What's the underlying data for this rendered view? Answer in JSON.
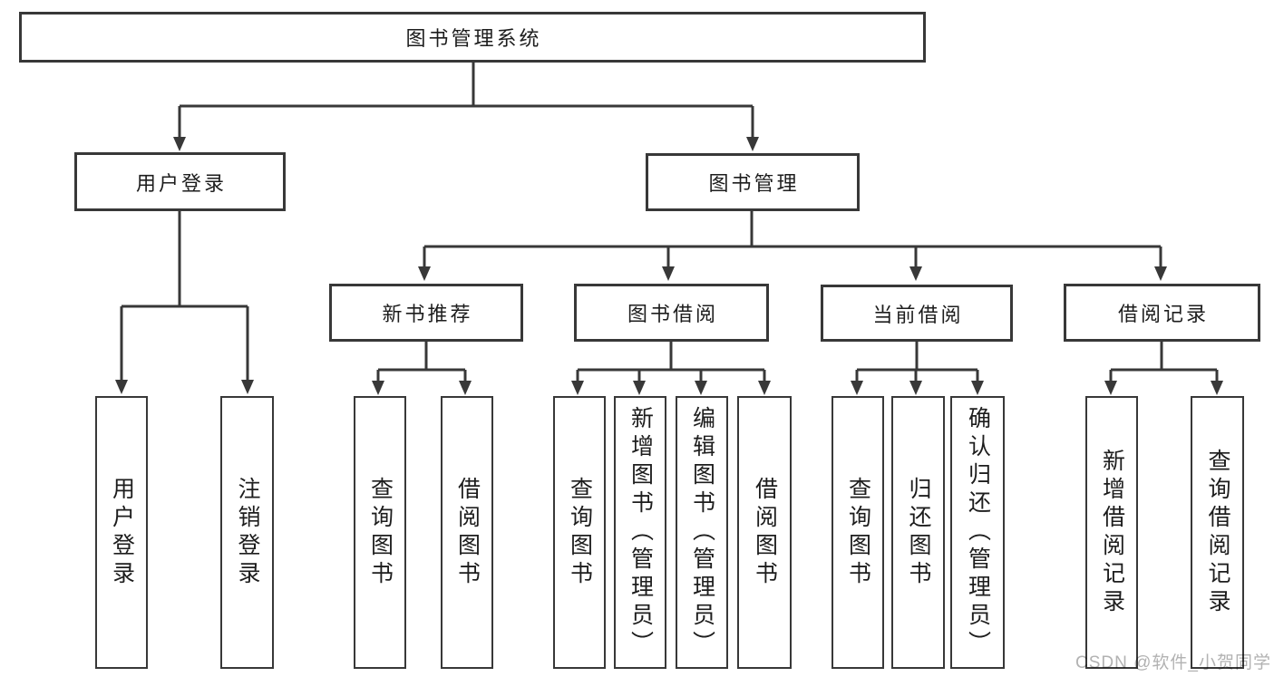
{
  "tree": {
    "root": {
      "label": "图书管理系统",
      "children": [
        {
          "label": "用户登录",
          "children": [
            {
              "label": "用户登录"
            },
            {
              "label": "注销登录"
            }
          ]
        },
        {
          "label": "图书管理",
          "children": [
            {
              "label": "新书推荐",
              "children": [
                {
                  "label": "查询图书"
                },
                {
                  "label": "借阅图书"
                }
              ]
            },
            {
              "label": "图书借阅",
              "children": [
                {
                  "label": "查询图书"
                },
                {
                  "label": "新增图书（管理员）"
                },
                {
                  "label": "编辑图书（管理员）"
                },
                {
                  "label": "借阅图书"
                }
              ]
            },
            {
              "label": "当前借阅",
              "children": [
                {
                  "label": "查询图书"
                },
                {
                  "label": "归还图书"
                },
                {
                  "label": "确认归还（管理员）"
                }
              ]
            },
            {
              "label": "借阅记录",
              "children": [
                {
                  "label": "新增借阅记录"
                },
                {
                  "label": "查询借阅记录"
                }
              ]
            }
          ]
        }
      ]
    }
  },
  "watermark": {
    "text": "CSDN @软件_小贺同学"
  },
  "colors": {
    "line": "#383838",
    "text": "#1d1d1d",
    "watermark": "#b2b2b2",
    "background": "#ffffff"
  }
}
